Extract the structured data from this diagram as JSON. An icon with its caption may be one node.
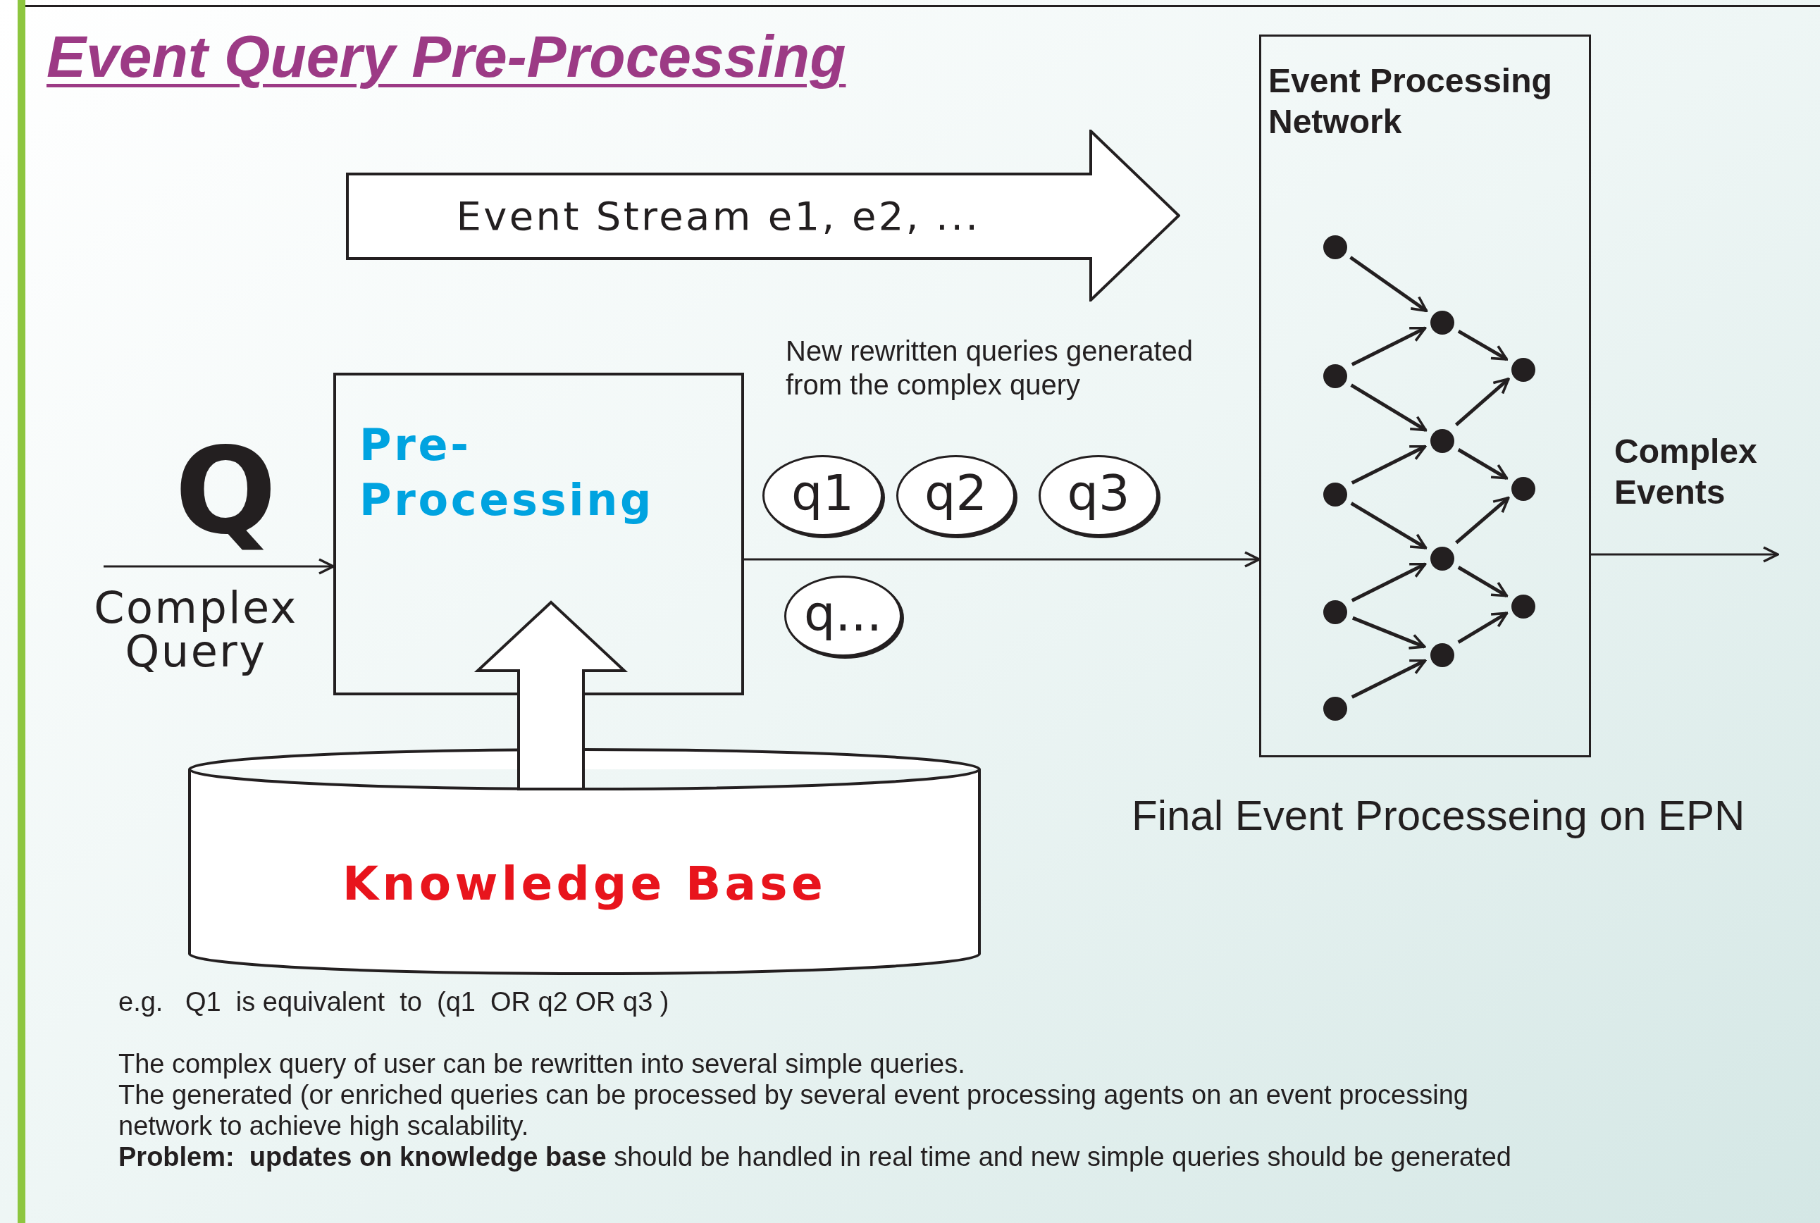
{
  "diagram": {
    "title": "Event Query Pre-Processing",
    "nodes": [
      {
        "text": [
          "Event Processing Network"
        ],
        "beside": [
          "Final Event Processeing on EPN"
        ]
      },
      {
        "text": [],
        "shape": "circle",
        "in": 0
      },
      {
        "text": [],
        "shape": "circle",
        "in": 0
      },
      {
        "text": [],
        "shape": "circle",
        "in": 0
      },
      {
        "text": [],
        "shape": "circle",
        "in": 0
      },
      {
        "text": [],
        "shape": "circle",
        "in": 0
      },
      {
        "text": [],
        "shape": "circle",
        "in": 0
      },
      {
        "text": [],
        "shape": "circle",
        "in": 0
      },
      {
        "text": [],
        "shape": "circle",
        "in": 0
      },
      {
        "text": [],
        "shape": "circle",
        "in": 0
      },
      {
        "text": [],
        "shape": "circle",
        "in": 0
      },
      {
        "text": [],
        "shape": "circle",
        "in": 0
      },
      {
        "text": [],
        "shape": "circle",
        "in": 0
      },
      {
        "text": [
          "Event Stream e1, e2, ..."
        ]
      },
      {
        "text": [
          "Pre- Processing"
        ]
      },
      {
        "text": [
          "q1"
        ]
      },
      {
        "text": [
          "q2"
        ]
      },
      {
        "text": [
          "q3"
        ]
      },
      {
        "text": [
          "q..."
        ]
      },
      {
        "text": [
          "Knowledge Base"
        ]
      }
    ],
    "edges": [
      {
        "from": null,
        "to": 14,
        "arrow": "to"
      },
      {
        "from": 19,
        "to": 14,
        "arrow": "to",
        "style": "thick"
      },
      {
        "from": 14,
        "to": 0,
        "arrow": "to"
      },
      {
        "from": 0,
        "to": null,
        "arrow": "to"
      },
      {
        "from": 1,
        "to": 6,
        "arrow": "to"
      },
      {
        "from": 2,
        "to": 6,
        "arrow": "to"
      },
      {
        "from": 6,
        "to": 10,
        "arrow": "to"
      },
      {
        "from": 2,
        "to": 7,
        "arrow": "to"
      },
      {
        "from": 7,
        "to": 10,
        "arrow": "to"
      },
      {
        "from": 3,
        "to": 7,
        "arrow": "to"
      },
      {
        "from": 7,
        "to": 11,
        "arrow": "to"
      },
      {
        "from": 3,
        "to": 8,
        "arrow": "to"
      },
      {
        "from": 8,
        "to": 11,
        "arrow": "to"
      },
      {
        "from": 4,
        "to": 8,
        "arrow": "to"
      },
      {
        "from": 8,
        "to": 12,
        "arrow": "to"
      },
      {
        "from": 4,
        "to": 9,
        "arrow": "to"
      },
      {
        "from": 9,
        "to": 12,
        "arrow": "to"
      },
      {
        "from": 5,
        "to": 9,
        "arrow": "to"
      }
    ],
    "labels": [
      "New rewritten queries generated from the complex query",
      "Complex Events",
      "Q",
      "Complex Query",
      "e.g.   Q1  is equivalent  to  (q1  OR q2 OR q3 )",
      "The complex query of user can be rewritten into several simple queries.",
      "The generated (or enriched queries can be processed by several event processing agents on an event processing network to achieve high scalability.",
      "**Problem:  updates on knowledge base** should be handled in real time and new simple queries should be generated"
    ]
  }
}
